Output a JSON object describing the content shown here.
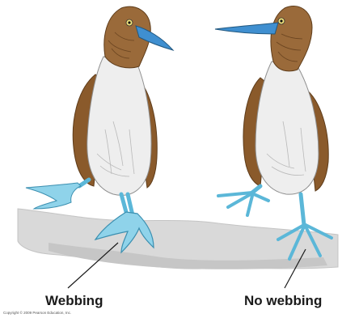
{
  "labels": {
    "left": "Webbing",
    "right": "No webbing"
  },
  "copyright": "Copyright © 2009 Pearson Education, Inc.",
  "colors": {
    "rock": "#d9d9d9",
    "rock_shadow": "#b8b8b8",
    "feet": "#8fd3ea",
    "feet_outline": "#3b8fb0",
    "beak": "#3f8fd0",
    "wing": "#8a5a2b",
    "head": "#9a6a3a",
    "body": "#eeeeee"
  },
  "icons": {
    "left_bird": "blue-footed-booby-webbed-icon",
    "right_bird": "blue-footed-booby-unwebbed-icon"
  }
}
